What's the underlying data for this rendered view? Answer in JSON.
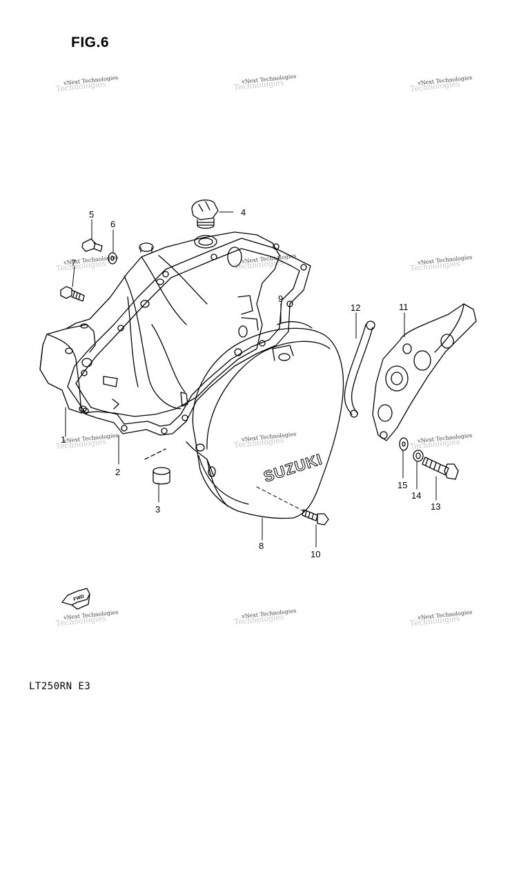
{
  "figure": {
    "title": "FIG.6"
  },
  "model": {
    "code": "LT250RN E3"
  },
  "cover_logo": "SUZUKI",
  "fwd_label": "FWD",
  "watermark": {
    "line1": "vNext Technologies",
    "line2": "Technologies"
  },
  "callouts": [
    {
      "num": "1"
    },
    {
      "num": "2"
    },
    {
      "num": "3"
    },
    {
      "num": "4"
    },
    {
      "num": "5"
    },
    {
      "num": "6"
    },
    {
      "num": "7"
    },
    {
      "num": "8"
    },
    {
      "num": "9"
    },
    {
      "num": "10"
    },
    {
      "num": "11"
    },
    {
      "num": "12"
    },
    {
      "num": "13"
    },
    {
      "num": "14"
    },
    {
      "num": "15"
    }
  ]
}
